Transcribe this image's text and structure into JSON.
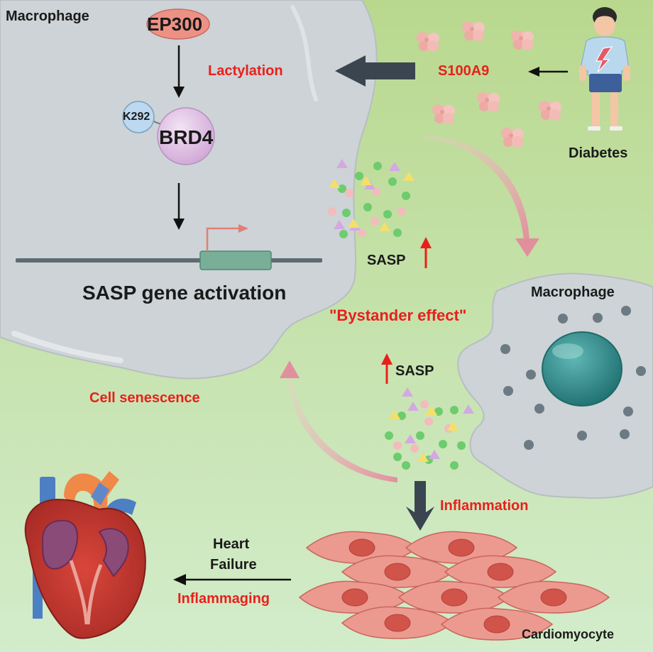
{
  "colors": {
    "accent_red": "#e8201c",
    "text_dark": "#1a1a1a",
    "background_top": "#b9d88e",
    "background_bottom": "#d3eccb",
    "cell_gray": "#cdd3d6",
    "nucleus_teal": "#2d8e8e",
    "cardiomyocyte_pink": "#ec9a90",
    "brd4_purple": "#d6b3dd",
    "ep300_pink": "#ee9185"
  },
  "labels": {
    "macrophage_top": "Macrophage",
    "ep300": "EP300",
    "lactylation": "Lactylation",
    "k292": "K292",
    "brd4": "BRD4",
    "sasp_gene_activation": "SASP gene activation",
    "s100a9": "S100A9",
    "diabetes": "Diabetes",
    "sasp_upper": "SASP",
    "bystander_effect": "\"Bystander effect\"",
    "macrophage_right": "Macrophage",
    "sasp_lower": "SASP",
    "cell_senescence": "Cell senescence",
    "inflammation": "Inflammation",
    "heart": "Heart",
    "failure": "Failure",
    "inflammaging": "Inflammaging",
    "cardiomyocyte": "Cardiomyocyte"
  },
  "icons": [
    "heart-illustration",
    "diabetic-person-icon",
    "s100a9-protein-icon",
    "sasp-particles-icon",
    "cardiomyocyte-cells-icon"
  ]
}
